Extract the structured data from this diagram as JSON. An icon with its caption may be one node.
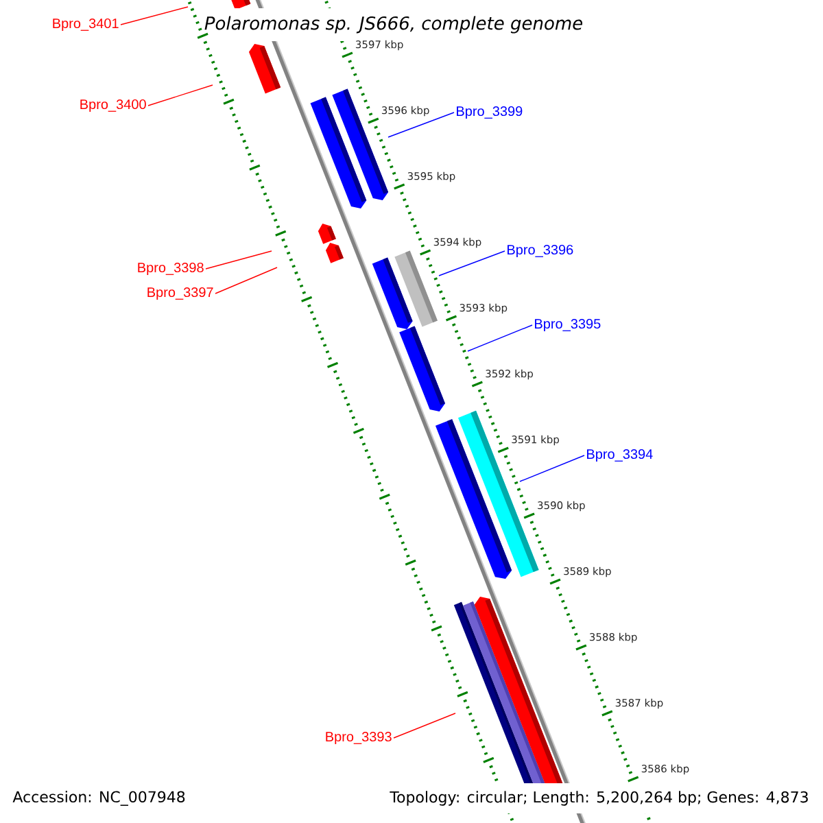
{
  "diagram": {
    "title": "Polaromonas sp. JS666, complete genome",
    "nodes": [
      {
        "text": [
          "Bpro_3401"
        ]
      },
      {
        "text": [
          "Bpro_3400"
        ]
      },
      {
        "text": [
          "Bpro_3399"
        ]
      },
      {
        "text": [
          "Bpro_3396"
        ]
      },
      {
        "text": [
          "Bpro_3398"
        ]
      },
      {
        "text": [
          "Bpro_3397"
        ]
      },
      {
        "text": [
          "Bpro_3395"
        ]
      },
      {
        "text": [
          "Bpro_3394"
        ]
      },
      {
        "text": [
          "Bpro_3393"
        ]
      }
    ],
    "edges": [
      {
        "from": 0,
        "to": null,
        "arrow": "none"
      },
      {
        "from": 1,
        "to": null,
        "arrow": "none"
      },
      {
        "from": 2,
        "to": null,
        "arrow": "none",
        "color": "#0000ff"
      },
      {
        "from": 3,
        "to": null,
        "arrow": "none",
        "color": "#0000ff"
      },
      {
        "from": 4,
        "to": null,
        "arrow": "none"
      },
      {
        "from": 5,
        "to": null,
        "arrow": "none"
      },
      {
        "from": 6,
        "to": null,
        "arrow": "none",
        "color": "#0000ff"
      },
      {
        "from": 7,
        "to": null,
        "arrow": "none",
        "color": "#0000ff"
      },
      {
        "from": 8,
        "to": null,
        "arrow": "none"
      }
    ],
    "labels": [
      "3597 kbp",
      "3596 kbp",
      "3595 kbp",
      "3594 kbp",
      "3593 kbp",
      "3592 kbp",
      "3591 kbp",
      "3590 kbp",
      "3589 kbp",
      "3588 kbp",
      "3587 kbp",
      "3586 kbp",
      "Accession: NC_007948",
      "Topology: circular; Length: 5,200,264 bp; Genes: 4,873"
    ]
  }
}
